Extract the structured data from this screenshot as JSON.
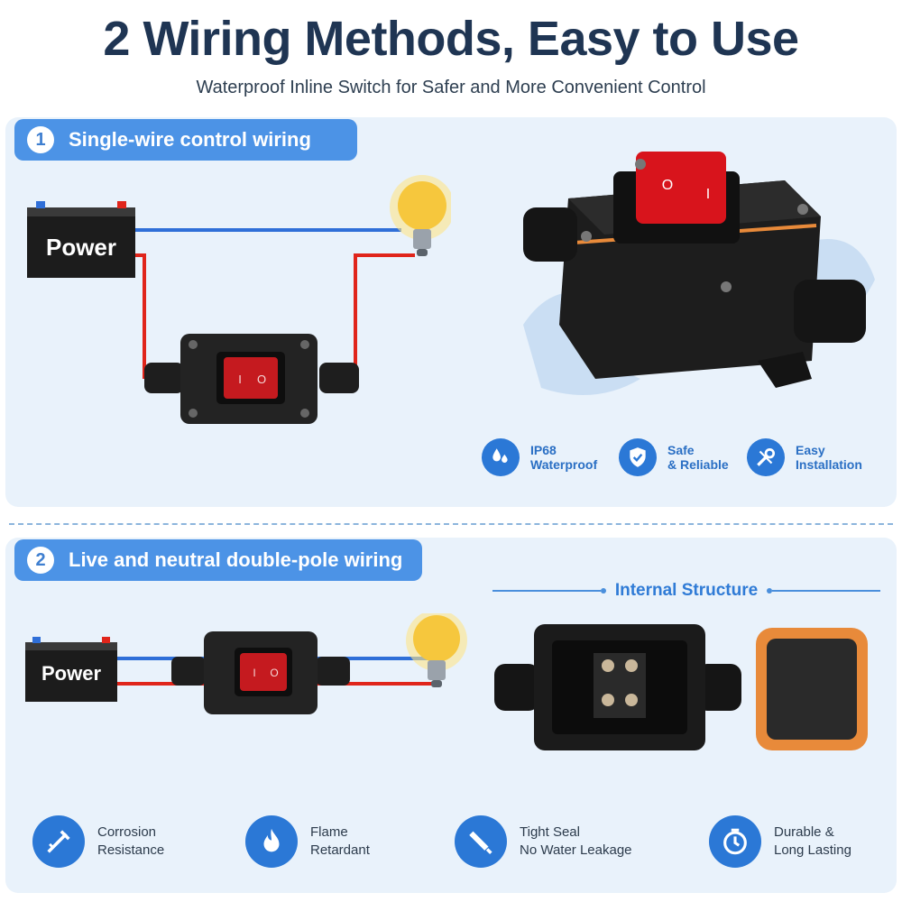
{
  "header": {
    "title": "2 Wiring Methods, Easy to Use",
    "subtitle": "Waterproof Inline Switch for Safer and More Convenient Control"
  },
  "section1": {
    "number": "1",
    "title": "Single-wire control wiring",
    "power_label": "Power",
    "switch_marks": {
      "on": "I",
      "off": "O"
    },
    "features": [
      {
        "icon": "water-drops-icon",
        "line1": "IP68",
        "line2": "Waterproof"
      },
      {
        "icon": "shield-check-icon",
        "line1": "Safe",
        "line2": "& Reliable"
      },
      {
        "icon": "wrench-screwdriver-icon",
        "line1": "Easy",
        "line2": "Installation"
      }
    ]
  },
  "section2": {
    "number": "2",
    "title": "Live and neutral double-pole wiring",
    "power_label": "Power",
    "internal_structure_label": "Internal Structure"
  },
  "bottom_features": [
    {
      "icon": "corrosion-icon",
      "line1": "Corrosion",
      "line2": "Resistance"
    },
    {
      "icon": "flame-icon",
      "line1": "Flame",
      "line2": "Retardant"
    },
    {
      "icon": "seal-icon",
      "line1": "Tight Seal",
      "line2": "No Water Leakage"
    },
    {
      "icon": "clock-icon",
      "line1": "Durable &",
      "line2": "Long Lasting"
    }
  ],
  "colors": {
    "title": "#1f3553",
    "accent_blue": "#4c93e6",
    "icon_blue": "#2b78d6",
    "panel_bg": "#e9f2fb",
    "wire_red": "#e0251b",
    "wire_blue": "#2f6fd8",
    "switch_red": "#d8141c",
    "gasket_orange": "#e88a3a"
  }
}
